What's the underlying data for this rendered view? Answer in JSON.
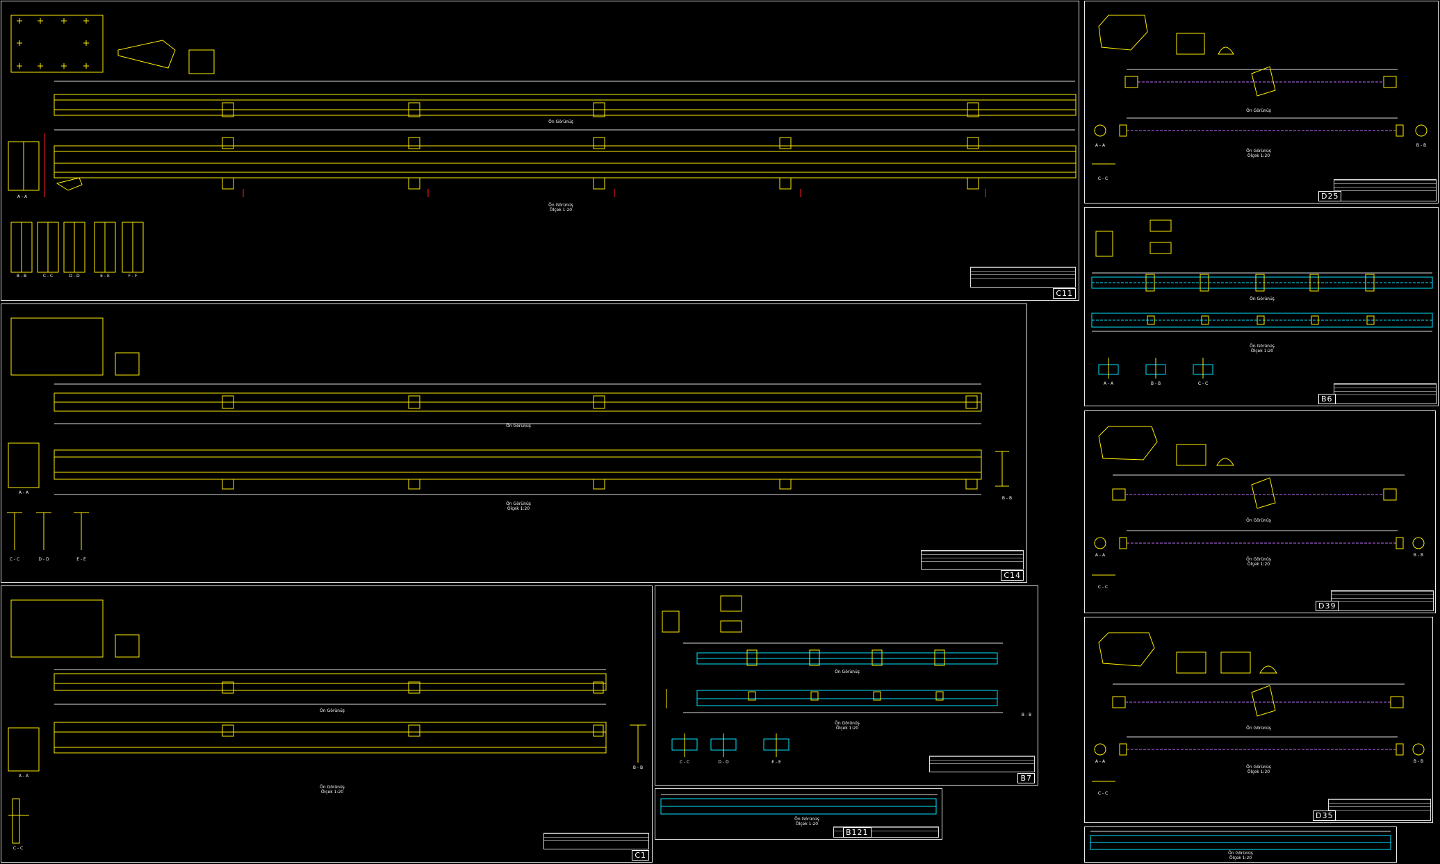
{
  "sheets": {
    "c11": {
      "label": "C11",
      "views": [
        "Ön Görünüş",
        "Ön Görünüş\nÖlçek 1:20"
      ],
      "sections": [
        "A - A",
        "B - B",
        "C - C",
        "D - D",
        "E - E",
        "F - F"
      ]
    },
    "c14": {
      "label": "C14",
      "views": [
        "Ön Görünüş",
        "Ön Görünüş\nÖlçek 1:20"
      ],
      "sections": [
        "A - A",
        "B - B",
        "C - C",
        "D - D",
        "E - E"
      ]
    },
    "c1": {
      "label": "C1",
      "views": [
        "Ön Görünüş",
        "Ön Görünüş\nÖlçek 1:20"
      ],
      "sections": [
        "A - A",
        "B - B",
        "C - C"
      ]
    },
    "b7": {
      "label": "B7",
      "views": [
        "Ön Görünüş",
        "Ön Görünüş\nÖlçek 1:20"
      ],
      "sections": [
        "C - C",
        "D - D",
        "E - E",
        "B - B"
      ]
    },
    "b121": {
      "label": "B121",
      "views": [
        "Ön Görünüş\nÖlçek 1:20"
      ]
    },
    "d25": {
      "label": "D25",
      "views": [
        "Ön Görünüş",
        "Ön Görünüş\nÖlçek 1:20"
      ],
      "sections": [
        "A - A",
        "B - B",
        "C - C"
      ]
    },
    "b6": {
      "label": "B6",
      "views": [
        "Ön Görünüş",
        "Ön Görünüş\nÖlçek 1:20"
      ],
      "sections": [
        "A - A",
        "B - B",
        "C - C"
      ]
    },
    "d39": {
      "label": "D39",
      "views": [
        "Ön Görünüş",
        "Ön Görünüş\nÖlçek 1:20"
      ],
      "sections": [
        "A - A",
        "B - B",
        "C - C"
      ]
    },
    "d35": {
      "label": "D35",
      "views": [
        "Ön Görünüş",
        "Ön Görünüş\nÖlçek 1:20"
      ],
      "sections": [
        "A - A",
        "B - B",
        "C - C"
      ]
    },
    "strip": {
      "views": [
        "Ön Görünüş\nÖlçek 1:20"
      ]
    }
  },
  "colors": {
    "frame": "#e8e8e8",
    "steel": "#ffee00",
    "beam_cyan": "#00e5ff",
    "centerline": "#c070ff",
    "marker": "#ff2020"
  }
}
